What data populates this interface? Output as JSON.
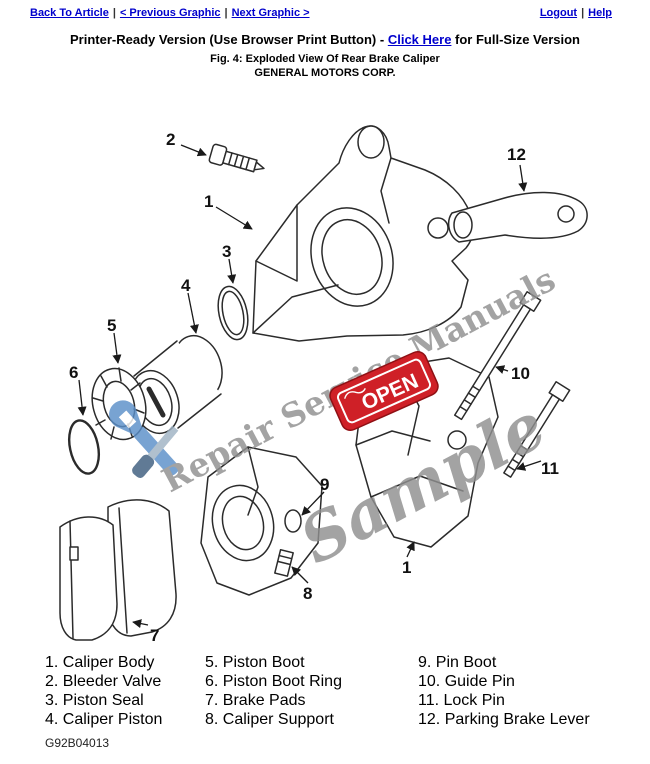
{
  "nav": {
    "back_to_article": "Back To Article",
    "previous_graphic": "< Previous Graphic",
    "next_graphic": "Next Graphic >",
    "logout": "Logout",
    "help": "Help",
    "separator": "|"
  },
  "header": {
    "title_prefix": "Printer-Ready Version (Use Browser Print Button) - ",
    "click_here": "Click Here",
    "title_suffix": " for Full-Size Version",
    "fig_caption": "Fig. 4: Exploded View Of Rear Brake Caliper",
    "company": "GENERAL MOTORS CORP."
  },
  "diagram": {
    "watermark": "Repair Service Manuals",
    "sample": "Sample",
    "stamp": "OPEN",
    "callouts": {
      "body_top": "1",
      "bleeder": "2",
      "seal": "3",
      "piston": "4",
      "boot": "5",
      "boot_ring": "6",
      "pads": "7",
      "support": "8",
      "pin_boot": "9",
      "guide_pin": "10",
      "lock_pin": "11",
      "lever": "12",
      "body_bottom": "1"
    }
  },
  "legend": {
    "col1": [
      "1. Caliper Body",
      "2. Bleeder Valve",
      "3. Piston Seal",
      "4. Caliper Piston"
    ],
    "col2": [
      "5. Piston Boot",
      "6. Piston Boot Ring",
      "7. Brake Pads",
      "8. Caliper Support"
    ],
    "col3": [
      "9. Pin Boot",
      "10. Guide Pin",
      "11. Lock Pin",
      "12. Parking Brake Lever"
    ]
  },
  "footer": {
    "code": "G92B04013"
  }
}
